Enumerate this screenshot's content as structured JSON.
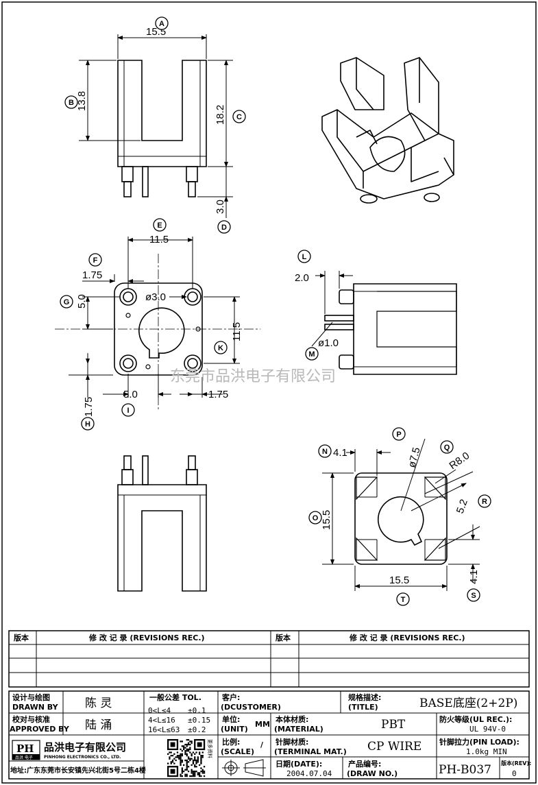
{
  "dims": {
    "a_width": "15.5",
    "b_height": "13.8",
    "c_height": "18.2",
    "d_pin": "3.0",
    "e_pitch": "11.5",
    "f_offset": "1.75",
    "g_half": "5.0",
    "hole_dia": "ø3.0",
    "v_pitch": "11.5",
    "h_offset": "1.75",
    "i_half": "5.0",
    "j_offset": "1.75",
    "l_pin": "2.0",
    "m_pin_dia": "ø1.0",
    "n_corner": "4.1",
    "p_dia": "ø7.5",
    "q_radius": "R8.0",
    "r_key": "5.2",
    "o_height": "15.5",
    "t_width": "15.5",
    "s_corner": "4.1"
  },
  "labels": [
    "A",
    "B",
    "C",
    "D",
    "E",
    "F",
    "G",
    "H",
    "I",
    "K",
    "L",
    "M",
    "N",
    "O",
    "P",
    "Q",
    "R",
    "S",
    "T"
  ],
  "watermark": "东莞市品洪电子有限公司",
  "revisions": {
    "col_version": "版本",
    "col_record": "修 改 记 录 (REVISIONS REC.)"
  },
  "title_block": {
    "drawn_by_cn": "设计与绘图",
    "drawn_by_en": "DRAWN BY",
    "drawn_by_name": "陈 灵",
    "approved_cn": "校对与核准",
    "approved_en": "APPROVED BY",
    "approved_name": "陆 涌",
    "tol_title": "一般公差 TOL.",
    "tol_rows": [
      [
        "0<L≤4",
        "±0.1"
      ],
      [
        "4<L≤16",
        "±0.15"
      ],
      [
        "16<L≤63",
        "±0.2"
      ]
    ],
    "customer_cn": "客户:",
    "customer_en": "(DCUSTOMER)",
    "title_cn": "规格描述:",
    "title_en": "(TITLE)",
    "title_value": "BASE底座(2+2P)",
    "unit_cn": "单位:",
    "unit_en": "(UNIT)",
    "unit_value": "MM",
    "material_cn": "本体材质:",
    "material_en": "(MATERIAL)",
    "material_value": "PBT",
    "ul_cn": "防火等级(UL REC.):",
    "ul_value": "UL 94V-0",
    "scale_cn": "比例:",
    "scale_en": "(SCALE)",
    "scale_value": "/",
    "terminal_cn": "针脚材质:",
    "terminal_en": "(TERMINAL MAT.)",
    "terminal_value": "CP WIRE",
    "pinload_cn": "针脚拉力(PIN LOAD):",
    "pinload_value": "1.0kg MIN",
    "date_cn": "日期(DATE):",
    "date_value": "2004.07.04",
    "drawno_cn": "产品编号:",
    "drawno_en": "(DRAW NO.)",
    "drawno_value": "PH-B037",
    "rev_cn": "版本(REV):",
    "rev_value": "0",
    "company_cn": "品洪电子有限公司",
    "company_en": "PINHONG ELECTRONICS CO., LTD.",
    "address": "地址:广东东莞市长安镇先兴北街5号二栋4楼",
    "logo_text": "PH",
    "logo_sub": "品洪 电子",
    "qr_caption": "更多资料"
  }
}
